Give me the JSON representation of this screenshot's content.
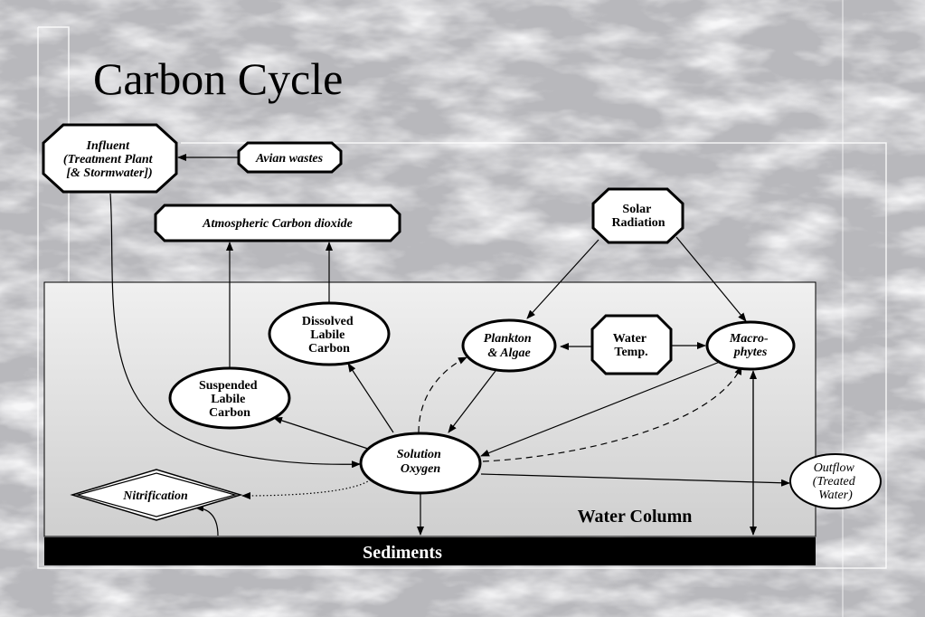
{
  "title": "Carbon Cycle",
  "nodes": {
    "influent": [
      "Influent",
      "(Treatment Plant",
      "[& Stormwater])"
    ],
    "avian_wastes": "Avian wastes",
    "atmospheric_co2": "Atmospheric Carbon dioxide",
    "solar_radiation": [
      "Solar",
      "Radiation"
    ],
    "dissolved_labile_carbon": [
      "Dissolved",
      "Labile",
      "Carbon"
    ],
    "suspended_labile_carbon": [
      "Suspended",
      "Labile",
      "Carbon"
    ],
    "plankton_algae": [
      "Plankton",
      "& Algae"
    ],
    "water_temp": [
      "Water",
      "Temp."
    ],
    "macrophytes": [
      "Macro-",
      "phytes"
    ],
    "solution_oxygen": [
      "Solution",
      "Oxygen"
    ],
    "nitrification": "Nitrification",
    "outflow": [
      "Outflow",
      "(Treated",
      "Water)"
    ]
  },
  "water_column_label": "Water Column",
  "sediments_label": "Sediments",
  "colors": {
    "sediments_bar": "#000000",
    "node_fill": "#ffffff",
    "stroke": "#000000"
  }
}
